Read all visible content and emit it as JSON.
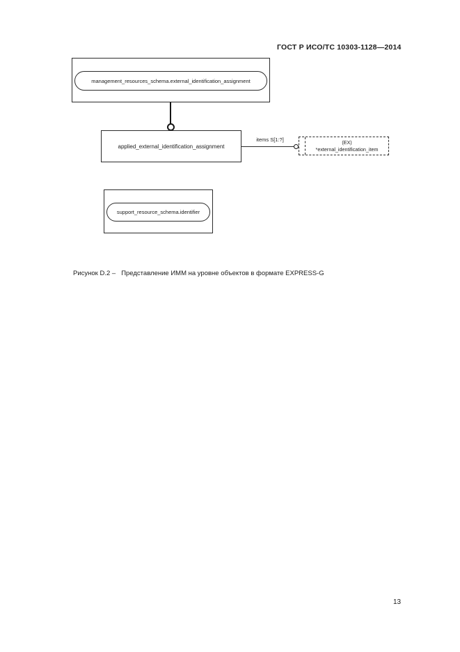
{
  "page": {
    "header": "ГОСТ Р ИСО/ТС 10303-1128—2014",
    "page_number": "13",
    "colors": {
      "ink": "#1c1c1c",
      "background": "#ffffff"
    }
  },
  "diagram": {
    "type": "express-g",
    "schema_box": {
      "label": "management_resources_schema.external_identification_assignment"
    },
    "entity_box": {
      "label": "applied_external_identification_assignment"
    },
    "relation": {
      "label": "items S[1:?]"
    },
    "reference_box": {
      "line1": "(EX)",
      "line2": "*external_identification_item"
    },
    "type_box": {
      "label": "support_resource_schema.identifier"
    },
    "icons": {
      "composition_circle": "open-circle",
      "attribute_end_circle": "open-circle"
    }
  },
  "caption": {
    "label": "Рисунок D.2 –",
    "text": "Представление ИММ на уровне объектов в формате EXPRESS-G"
  }
}
